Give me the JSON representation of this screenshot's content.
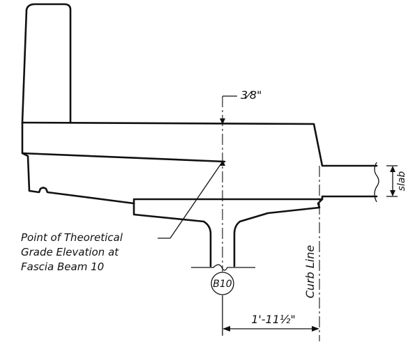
{
  "annotations": {
    "deck_slope_dim": "3⁄8\"",
    "slab_label": "slab",
    "point_label_lines": [
      "Point of Theoretical",
      "Grade Elevation at",
      "Fascia Beam 10"
    ],
    "curb_line_label": "Curb Line",
    "beam_tag": "B10",
    "offset_dim": "1'-11½\""
  }
}
